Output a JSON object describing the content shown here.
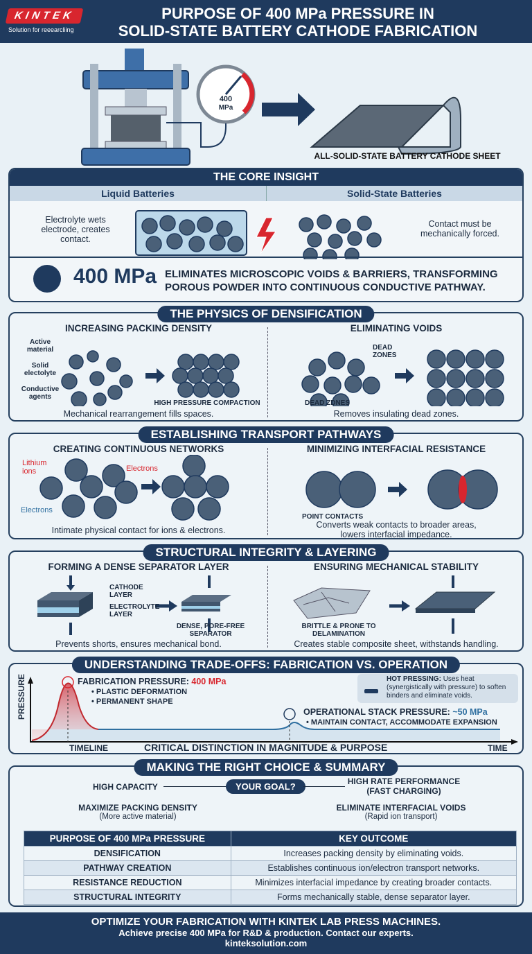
{
  "header": {
    "logo": "KINTEK",
    "tagline": "Solution for reeearcliing",
    "title_line1": "PURPOSE OF 400 MPa PRESSURE IN",
    "title_line2": "SOLID-STATE BATTERY CATHODE FABRICATION"
  },
  "hero": {
    "gauge_value": "400",
    "gauge_unit": "MPa",
    "sheet_label": "ALL-SOLID-STATE BATTERY CATHODE SHEET"
  },
  "core": {
    "title": "THE CORE INSIGHT",
    "liquid_head": "Liquid Batteries",
    "solid_head": "Solid-State Batteries",
    "liquid_text": "Electrolyte wets electrode, creates contact.",
    "solid_text": "Contact must be mechanically forced.",
    "big_value": "400 MPa",
    "big_text": "ELIMINATES MICROSCOPIC VOIDS & BARRIERS, TRANSFORMING POROUS POWDER INTO CONTINUOUS CONDUCTIVE PATHWAY."
  },
  "physics": {
    "title": "THE PHYSICS OF DENSIFICATION",
    "left_title": "INCREASING PACKING DENSITY",
    "labels": [
      "Active material",
      "Solid electolyte",
      "Conductive agents"
    ],
    "compaction": "HIGH PRESSURE COMPACTION",
    "left_caption": "Mechanical rearrangement fills spaces.",
    "right_title": "ELIMINATING VOIDS",
    "dead1": "DEAD ZONES",
    "dead2": "DEAD ZDNES",
    "right_caption": "Removes insulating dead zones."
  },
  "transport": {
    "title": "ESTABLISHING TRANSPORT PATHWAYS",
    "left_title": "CREATING CONTINUOUS NETWORKS",
    "lithium": "Lithium ions",
    "electrons_red": "Electrons",
    "electrons_blue": "Electrons",
    "left_caption": "Intimate physical contact for ions & electrons.",
    "right_title": "MINIMIZING INTERFACIAL RESISTANCE",
    "point": "POINT CONTACTS",
    "right_caption1": "Converts weak contacts to broader areas,",
    "right_caption2": "lowers interfacial impedance."
  },
  "structural": {
    "title": "STRUCTURAL INTEGRITY & LAYERING",
    "left_title": "FORMING A DENSE SEPARATOR LAYER",
    "cathode": "CATHODE LAYER",
    "electrolyte": "ELECTROLYTE LAYER",
    "dense": "DENSE, PORE-FREE SEPARATOR",
    "left_caption": "Prevents shorts, ensures mechanical bond.",
    "right_title": "ENSURING MECHANICAL STABILITY",
    "brittle": "BRITTLE & PRONE TO DELAMINATION",
    "right_caption": "Creates stable composite sheet, withstands handling."
  },
  "tradeoffs": {
    "title": "UNDERSTANDING TRADE-OFFS: FABRICATION VS. OPERATION",
    "y_axis": "PRESSURE",
    "fab_label": "FABRICATION PRESSURE:",
    "fab_value": "400 MPa",
    "fab_points": [
      "• PLASTIC DEFORMATION",
      "• PERMANENT SHAPE"
    ],
    "op_label": "OPERATIONAL STACK PRESSURE:",
    "op_value": "~50 MPa",
    "op_point": "• MAINTAIN CONTACT, ACCOMMODATE EXPANSION",
    "hot_label": "HOT PRESSING:",
    "hot_text": "Uses heat (synergistically with pressure) to soften binders and eliminate voids.",
    "timeline": "TIMELINE",
    "center": "CRITICAL DISTINCTION IN MAGNITUDE & PURPOSE",
    "time": "TIME"
  },
  "choice": {
    "title": "MAKING THE RIGHT CHOICE & SUMMARY",
    "goal": "YOUR GOAL?",
    "left_goal": "HIGH CAPACITY",
    "left_result": "MAXIMIZE PACKING DENSITY",
    "left_note": "(More active material)",
    "right_goal": "HIGH RATE PERFORMANCE (FAST CHARGING)",
    "right_result": "ELIMINATE INTERFACIAL VOIDS",
    "right_note": "(Rapid ion transport)",
    "table": {
      "headers": [
        "PURPOSE OF 400 MPa PRESSURE",
        "KEY OUTCOME"
      ],
      "rows": [
        [
          "DENSIFICATION",
          "Increases packing density by eliminating voids."
        ],
        [
          "PATHWAY CREATION",
          "Establishes continuous ion/electron transport networks."
        ],
        [
          "RESISTANCE REDUCTION",
          "Minimizes interfacial impedance by creating broader contacts."
        ],
        [
          "STRUCTURAL INTEGRITY",
          "Forms mechanically stable, dense separator layer."
        ]
      ]
    }
  },
  "footer": {
    "line1": "OPTIMIZE YOUR FABRICATION WITH KINTEK LAB PRESS MACHINES.",
    "line2": "Achieve precise 400 MPa for R&D & production. Contact our experts.",
    "line3": "kinteksolution.com"
  },
  "colors": {
    "navy": "#1f3a5e",
    "red": "#d8262e",
    "particle": "#4a6078"
  }
}
